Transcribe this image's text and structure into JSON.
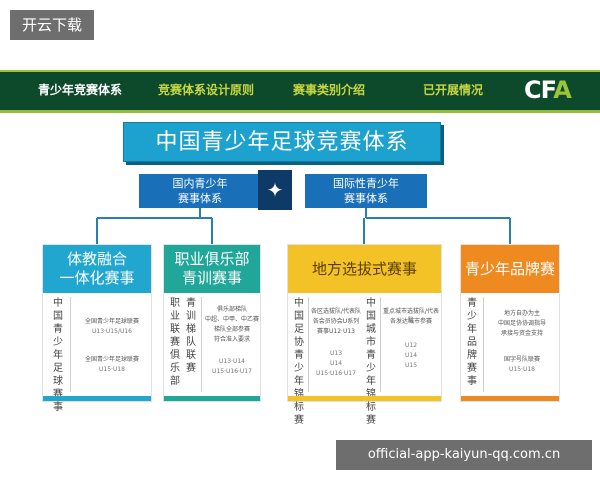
{
  "top_badge": "开云下载",
  "nav": {
    "items": [
      "青少年竞赛体系",
      "竞赛体系设计原则",
      "赛事类别介绍",
      "已开展情况"
    ],
    "logo_left": "CF",
    "logo_right": "A"
  },
  "diagram": {
    "title": "中国青少年足球竞赛体系",
    "left_box": [
      "国内青少年",
      "赛事体系"
    ],
    "right_box": [
      "国际性青少年",
      "赛事体系"
    ],
    "center_icon": "✦",
    "cards": [
      {
        "head": [
          "体教融合",
          "一体化赛事"
        ],
        "side": "中国青少年足球赛事",
        "lines": [
          "全国青少年足球联赛",
          "U13·U15/U16",
          "全国青少年足球联赛",
          "U15·U18"
        ]
      },
      {
        "head": [
          "职业俱乐部",
          "青训赛事"
        ],
        "side": "职业联赛俱乐部",
        "side2": "青训梯队联赛",
        "lines": [
          "俱乐部梯队",
          "中超、中甲、中乙赛",
          "梯队全部参赛",
          "符合准入要求",
          "U13·U14",
          "U15·U16·U17"
        ]
      },
      {
        "head": [
          "地方选拔式赛事"
        ],
        "side": "中国足协青少年锦标赛",
        "side2": "中国城市青少年锦标赛",
        "lines": [
          "各区选拔队/代表队",
          "各会员协会U系列",
          "赛事U12·U13",
          "U13",
          "U14",
          "U15·U16·U17",
          "重点城市选拔队/代表队",
          "各发达城市参赛",
          "U12",
          "U14",
          "U15"
        ]
      },
      {
        "head": [
          "青少年品牌赛事"
        ],
        "side": "青少年品牌赛事",
        "lines": [
          "地方自办为主",
          "中国足协协调指导",
          "承接与资金支持",
          "国字号队联赛",
          "U15·U18"
        ]
      }
    ]
  },
  "watermark": "official-app-kaiyun-qq.com.cn"
}
